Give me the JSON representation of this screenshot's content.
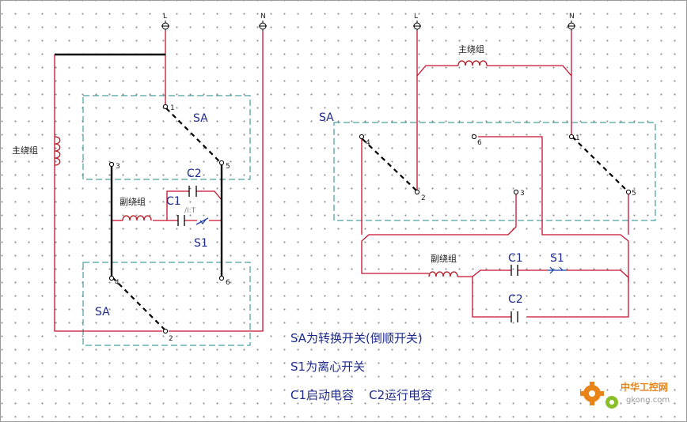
{
  "colors": {
    "wire": "#c8102e",
    "box": "#1e8a8c",
    "note": "#1f2b8c",
    "logo": "#e8841a"
  },
  "left": {
    "terminal_L": "L",
    "terminal_N": "N",
    "main_winding": "主绕组",
    "aux_winding": "副绕组",
    "box_top": "SA",
    "box_bottom": "SA",
    "cap_c1": "C1",
    "cap_c2": "C2",
    "switch_s1": "S1",
    "small_mark": "/I:T",
    "pins": [
      "1",
      "5",
      "3",
      "4",
      "6",
      "2"
    ]
  },
  "right": {
    "terminal_L": "L",
    "terminal_N": "N",
    "main_winding": "主绕组",
    "aux_winding": "副绕组",
    "box": "SA",
    "cap_c1": "C1",
    "cap_c2": "C2",
    "switch_s1": "S1",
    "pins": [
      "4",
      "2",
      "6",
      "3",
      "1",
      "5"
    ]
  },
  "notes": {
    "sa": "SA为转换开关(倒顺开关)",
    "s1": "S1为离心开关",
    "caps": "C1启动电容    C2运行电容"
  },
  "logo": {
    "name": "中华工控网",
    "url": "gkong.com"
  }
}
